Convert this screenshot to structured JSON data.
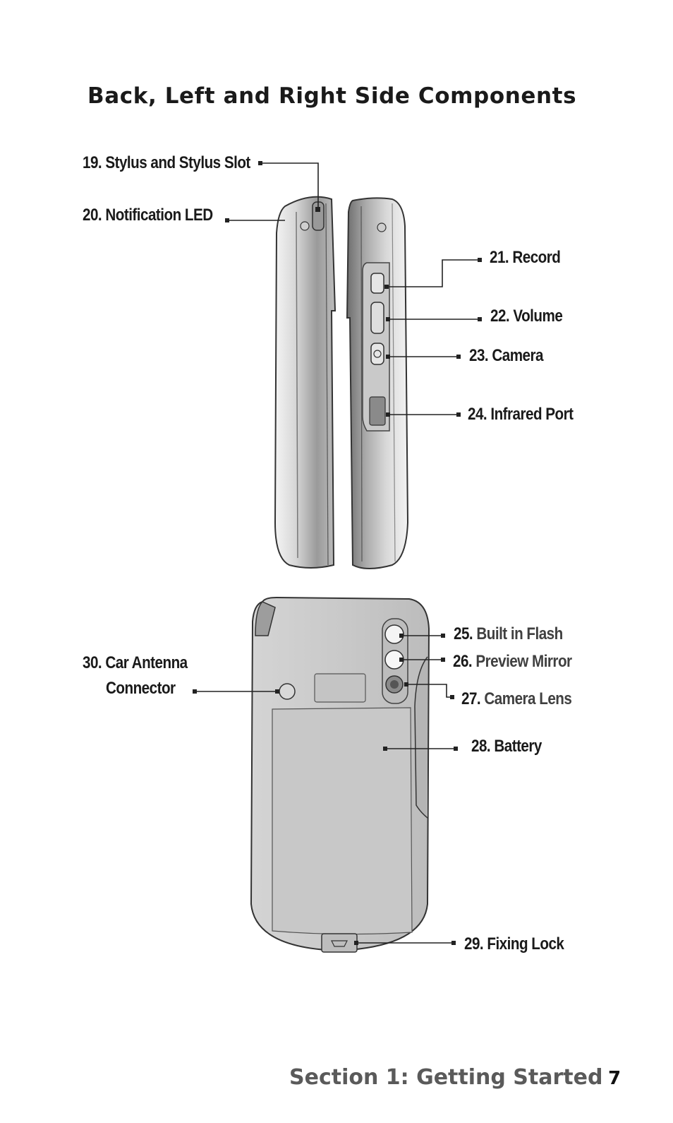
{
  "heading": "Back, Left and Right Side Components",
  "callouts": {
    "c19": "19. Stylus and Stylus Slot",
    "c20": "20. Notification LED",
    "c21": "21. Record",
    "c22": "22. Volume",
    "c23": "23. Camera",
    "c24": "24. Infrared Port",
    "c25_num": "25.",
    "c25_text": "Built in Flash",
    "c26_num": "26.",
    "c26_text": "Preview Mirror",
    "c27_num": "27.",
    "c27_text": "Camera Lens",
    "c28": "28. Battery",
    "c29": "29. Fixing Lock",
    "c30_line1": "30. Car Antenna",
    "c30_line2": "Connector"
  },
  "footer": {
    "section": "Section 1: Getting Started",
    "page": "7"
  }
}
